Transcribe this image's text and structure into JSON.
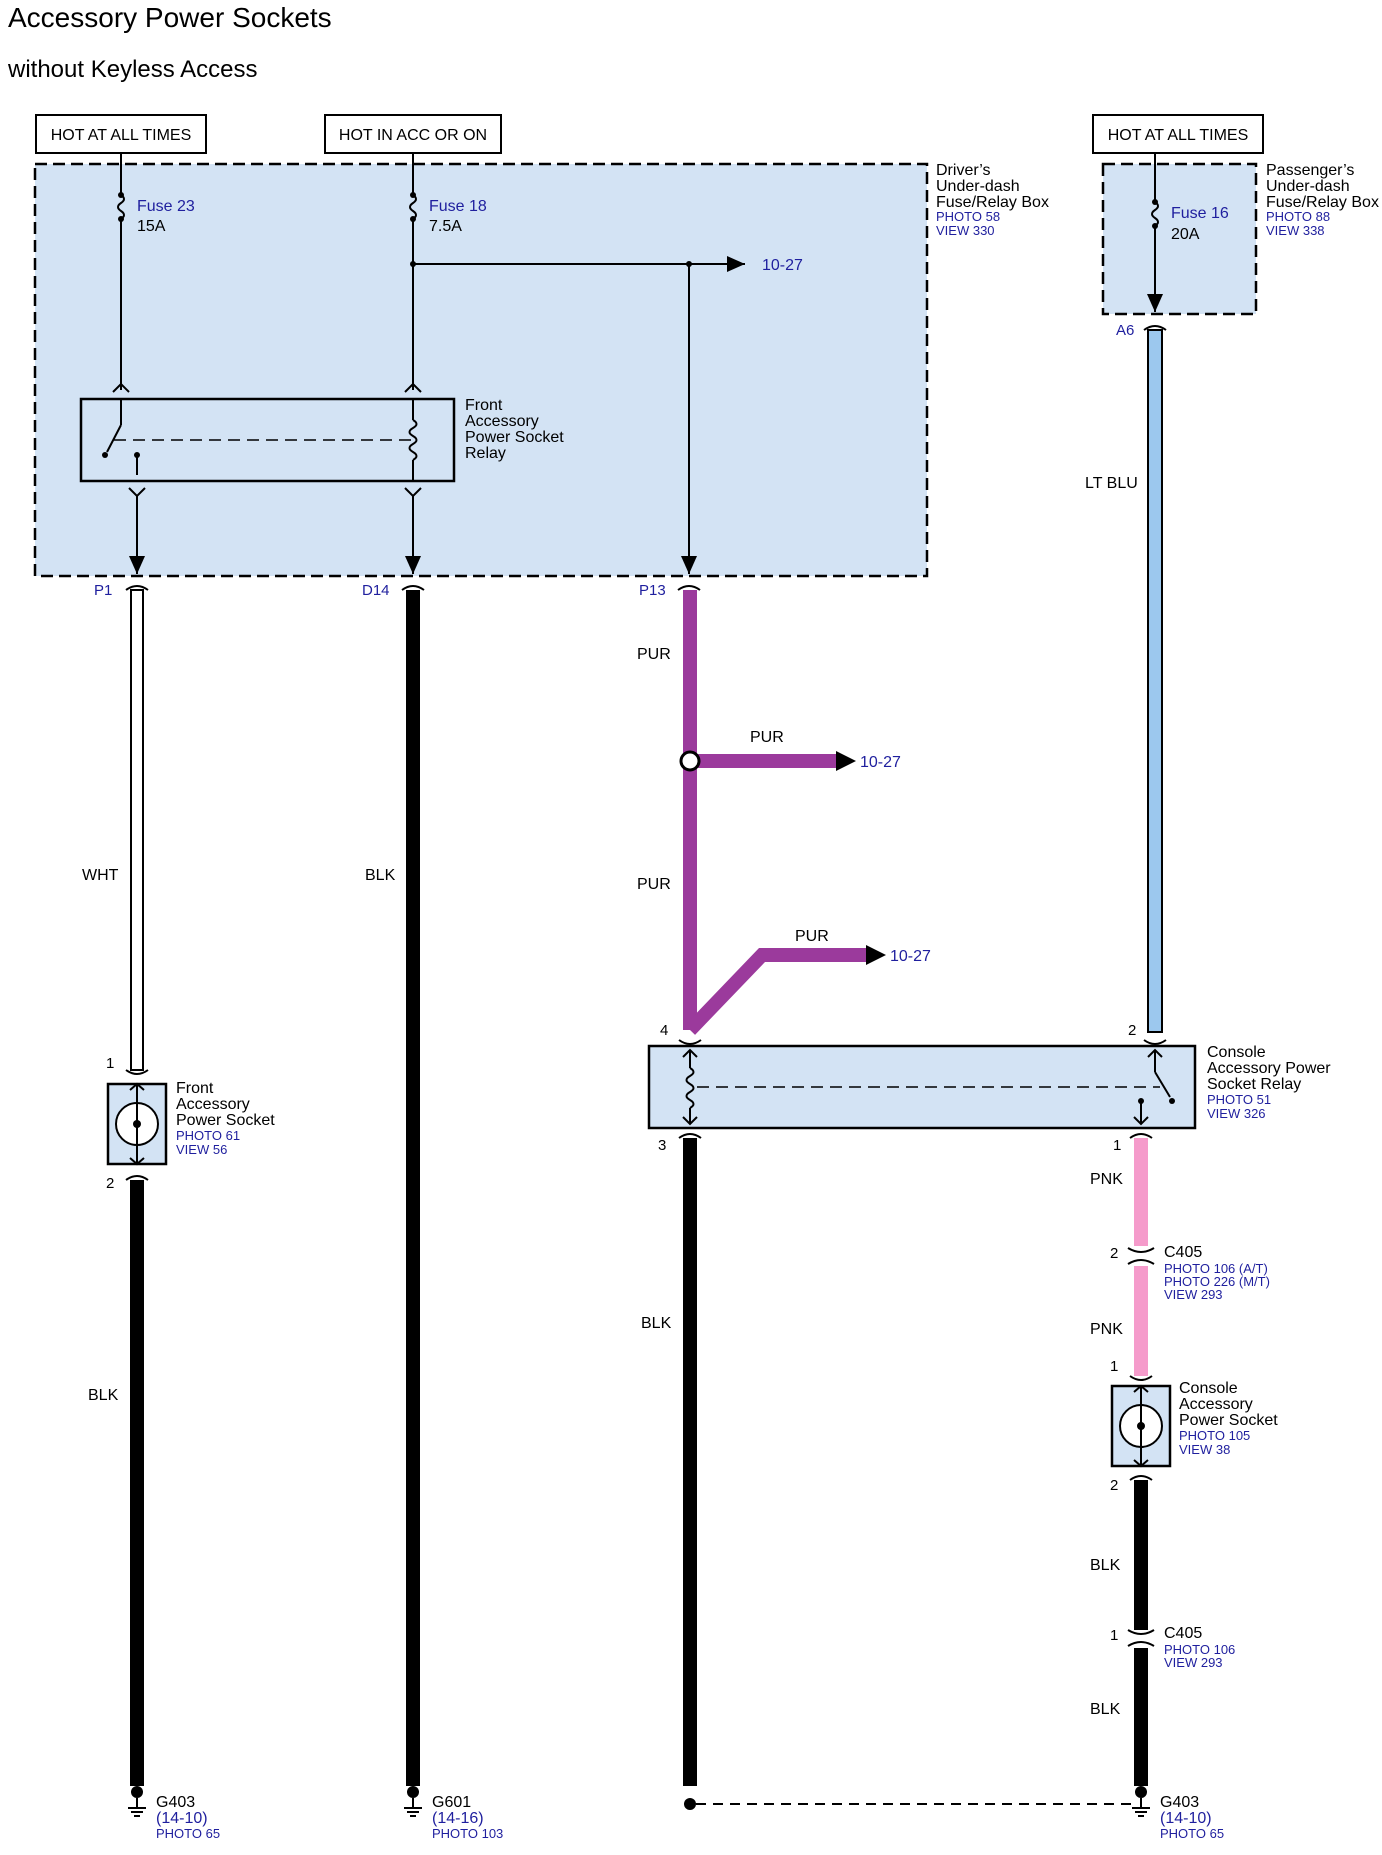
{
  "title": "Accessory Power Sockets",
  "subtitle": "without Keyless Access",
  "power": {
    "hot1": "HOT AT ALL TIMES",
    "hot2": "HOT IN ACC OR ON",
    "hot3": "HOT AT ALL TIMES"
  },
  "driver_box": {
    "line1": "Driver’s",
    "line2": "Under-dash",
    "line3": "Fuse/Relay Box",
    "photo": "PHOTO 58",
    "view": "VIEW 330"
  },
  "passenger_box": {
    "line1": "Passenger’s",
    "line2": "Under-dash",
    "line3": "Fuse/Relay Box",
    "photo": "PHOTO 88",
    "view": "VIEW 338"
  },
  "fuses": {
    "f23_name": "Fuse 23",
    "f23_rating": "15A",
    "f18_name": "Fuse 18",
    "f18_rating": "7.5A",
    "f16_name": "Fuse 16",
    "f16_rating": "20A"
  },
  "front_relay": {
    "line1": "Front",
    "line2": "Accessory",
    "line3": "Power Socket",
    "line4": "Relay"
  },
  "refs": {
    "r1": "10-27",
    "r2": "10-27",
    "r3": "10-27"
  },
  "pins": {
    "p1": "P1",
    "d14": "D14",
    "p13": "P13",
    "a6": "A6"
  },
  "wires": {
    "wht": "WHT",
    "blk_d14": "BLK",
    "pur1": "PUR",
    "pur2": "PUR",
    "pur3": "PUR",
    "pur4": "PUR",
    "ltblu": "LT BLU",
    "blk_front": "BLK",
    "blk_relay": "BLK",
    "pnk1": "PNK",
    "pnk2": "PNK",
    "blk_c1": "BLK",
    "blk_c2": "BLK"
  },
  "front_socket": {
    "pin_top": "1",
    "pin_bottom": "2",
    "line1": "Front",
    "line2": "Accessory",
    "line3": "Power Socket",
    "photo": "PHOTO 61",
    "view": "VIEW 56"
  },
  "console_relay": {
    "pin4": "4",
    "pin2": "2",
    "pin3": "3",
    "pin1": "1",
    "line1": "Console",
    "line2": "Accessory Power",
    "line3": "Socket Relay",
    "photo": "PHOTO 51",
    "view": "VIEW 326"
  },
  "c405_a": {
    "pin": "2",
    "name": "C405",
    "photo1": "PHOTO 106 (A/T)",
    "photo2": "PHOTO 226 (M/T)",
    "view": "VIEW 293"
  },
  "console_socket": {
    "pin_top": "1",
    "pin_bottom": "2",
    "line1": "Console",
    "line2": "Accessory",
    "line3": "Power Socket",
    "photo": "PHOTO 105",
    "view": "VIEW 38"
  },
  "c405_b": {
    "pin": "1",
    "name": "C405",
    "photo": "PHOTO 106",
    "view": "VIEW 293"
  },
  "grounds": {
    "g1_name": "G403",
    "g1_ref": "(14-10)",
    "g1_photo": "PHOTO 65",
    "g2_name": "G601",
    "g2_ref": "(14-16)",
    "g2_photo": "PHOTO 103",
    "g3_name": "G403",
    "g3_ref": "(14-10)",
    "g3_photo": "PHOTO 65"
  },
  "colors": {
    "box_fill": "#d3e3f4",
    "purple": "#9b3a9c",
    "ltblu": "#9cc8ee",
    "pink": "#f59bcb",
    "ref": "#1f1f9e"
  }
}
